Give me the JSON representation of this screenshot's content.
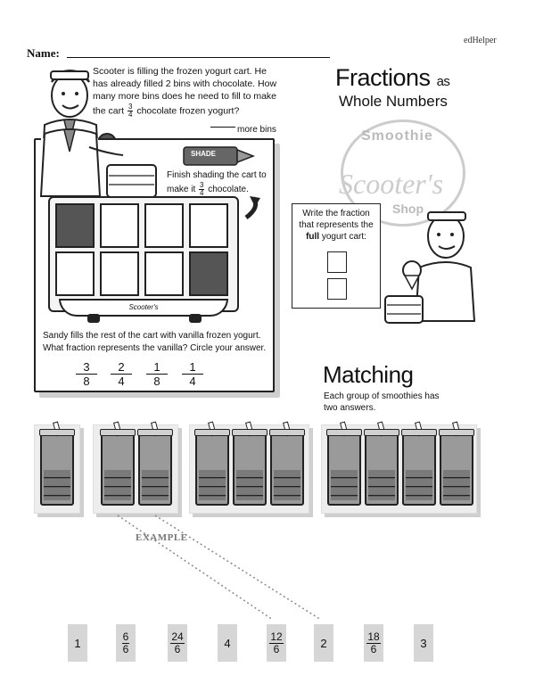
{
  "header": {
    "brand": "edHelper",
    "name_label": "Name:"
  },
  "title": {
    "main": "Fractions",
    "as": "as",
    "sub": "Whole Numbers"
  },
  "logo": {
    "line1": "Smoothie",
    "line2": "Scooter's",
    "line3": "Shop"
  },
  "problem": {
    "text_before": "Scooter is filling the frozen yogurt cart. He has already filled 2 bins with chocolate. How many more bins does he need to fill to make the cart",
    "frac_num": "3",
    "frac_den": "4",
    "text_after": "chocolate frozen yogurt?",
    "answer_suffix": "more bins"
  },
  "crayon_label": "SHADE",
  "shade": {
    "text_before": "Finish shading the cart to make it",
    "frac_num": "3",
    "frac_den": "4",
    "text_after": "chocolate."
  },
  "cart": {
    "logo": "Scooter's"
  },
  "full_cart": {
    "line1": "Write the fraction",
    "line2": "that represents the",
    "bold": "full",
    "line3": "yogurt cart:"
  },
  "sandy": {
    "text": "Sandy fills the rest of the cart with vanilla frozen yogurt. What fraction represents the vanilla? Circle your answer.",
    "choices": [
      {
        "n": "3",
        "d": "8"
      },
      {
        "n": "2",
        "d": "4"
      },
      {
        "n": "1",
        "d": "8"
      },
      {
        "n": "1",
        "d": "4"
      }
    ]
  },
  "matching": {
    "title": "Matching",
    "subtitle": "Each group of smoothies has two answers."
  },
  "example_label": "EXAMPLE",
  "answers": [
    {
      "whole": "1"
    },
    {
      "n": "6",
      "d": "6"
    },
    {
      "n": "24",
      "d": "6"
    },
    {
      "whole": "4"
    },
    {
      "n": "12",
      "d": "6"
    },
    {
      "whole": "2"
    },
    {
      "n": "18",
      "d": "6"
    },
    {
      "whole": "3"
    }
  ]
}
